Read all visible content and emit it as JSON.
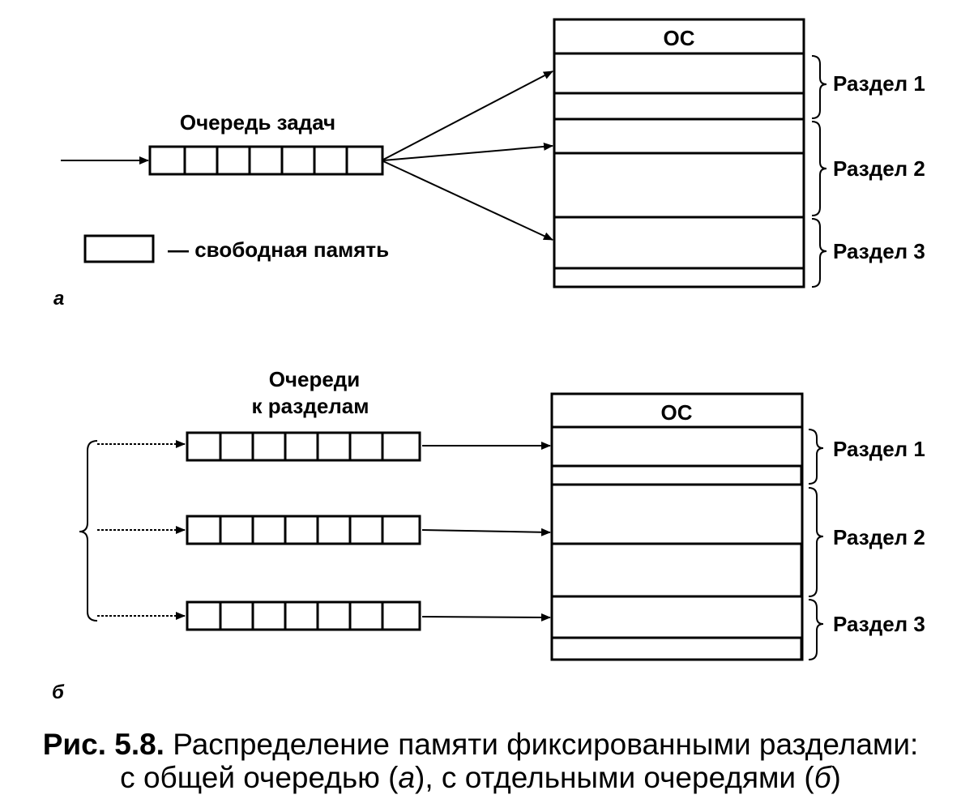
{
  "diagram_a": {
    "queue_label": "Очередь задач",
    "legend_text": "— свободная память",
    "os_label": "ОС",
    "partitions": [
      "Раздел 1",
      "Раздел 2",
      "Раздел 3"
    ],
    "panel_label": "а"
  },
  "diagram_b": {
    "queues_label_line1": "Очереди",
    "queues_label_line2": "к разделам",
    "os_label": "ОС",
    "partitions": [
      "Раздел 1",
      "Раздел 2",
      "Раздел 3"
    ],
    "panel_label": "б"
  },
  "caption": {
    "prefix": "Рис. 5.8.",
    "line1": "Распределение памяти фиксированными разделами:",
    "line2_a": "с общей очередью (",
    "a_letter": "а",
    "line2_b": "), с отдельными очередями (",
    "b_letter": "б",
    "line2_c": ")"
  }
}
